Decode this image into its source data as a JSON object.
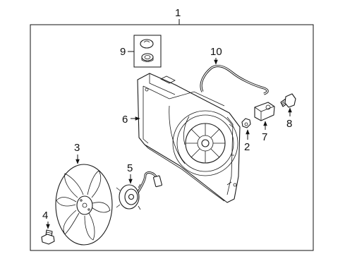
{
  "callouts": {
    "c1": "1",
    "c2": "2",
    "c3": "3",
    "c4": "4",
    "c5": "5",
    "c6": "6",
    "c7": "7",
    "c8": "8",
    "c9": "9",
    "c10": "10"
  },
  "colors": {
    "ink": "#111111",
    "paper": "#ffffff"
  }
}
